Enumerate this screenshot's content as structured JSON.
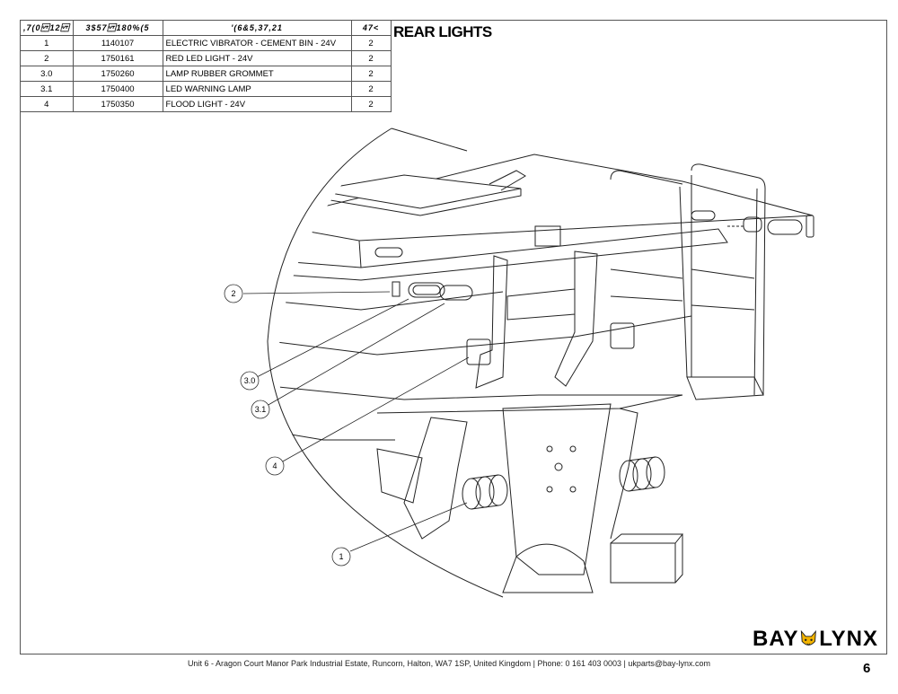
{
  "table": {
    "headers": [
      ",7(0\u000b12\u000b",
      "3$57\u000b180%(5",
      "'(6&5,37,21",
      "47<"
    ],
    "rows": [
      {
        "item": "1",
        "part": "1140107",
        "desc": "ELECTRIC VIBRATOR - CEMENT BIN - 24V",
        "qty": "2"
      },
      {
        "item": "2",
        "part": "1750161",
        "desc": "RED LED LIGHT - 24V",
        "qty": "2"
      },
      {
        "item": "3.0",
        "part": "1750260",
        "desc": "LAMP RUBBER GROMMET",
        "qty": "2"
      },
      {
        "item": "3.1",
        "part": "1750400",
        "desc": "LED WARNING LAMP",
        "qty": "2"
      },
      {
        "item": "4",
        "part": "1750350",
        "desc": "FLOOD LIGHT - 24V",
        "qty": "2"
      }
    ]
  },
  "title": "REAR LIGHTS",
  "callouts": [
    "2",
    "3.0",
    "3.1",
    "4",
    "1"
  ],
  "logo": {
    "left": "BAY",
    "right": "LYNX"
  },
  "footer": "Unit 6 - Aragon Court Manor Park Industrial Estate, Runcorn, Halton, WA7 1SP, United Kingdom  |  Phone: 0 161 403 0003  |  ukparts@bay-lynx.com",
  "page_number": "6"
}
